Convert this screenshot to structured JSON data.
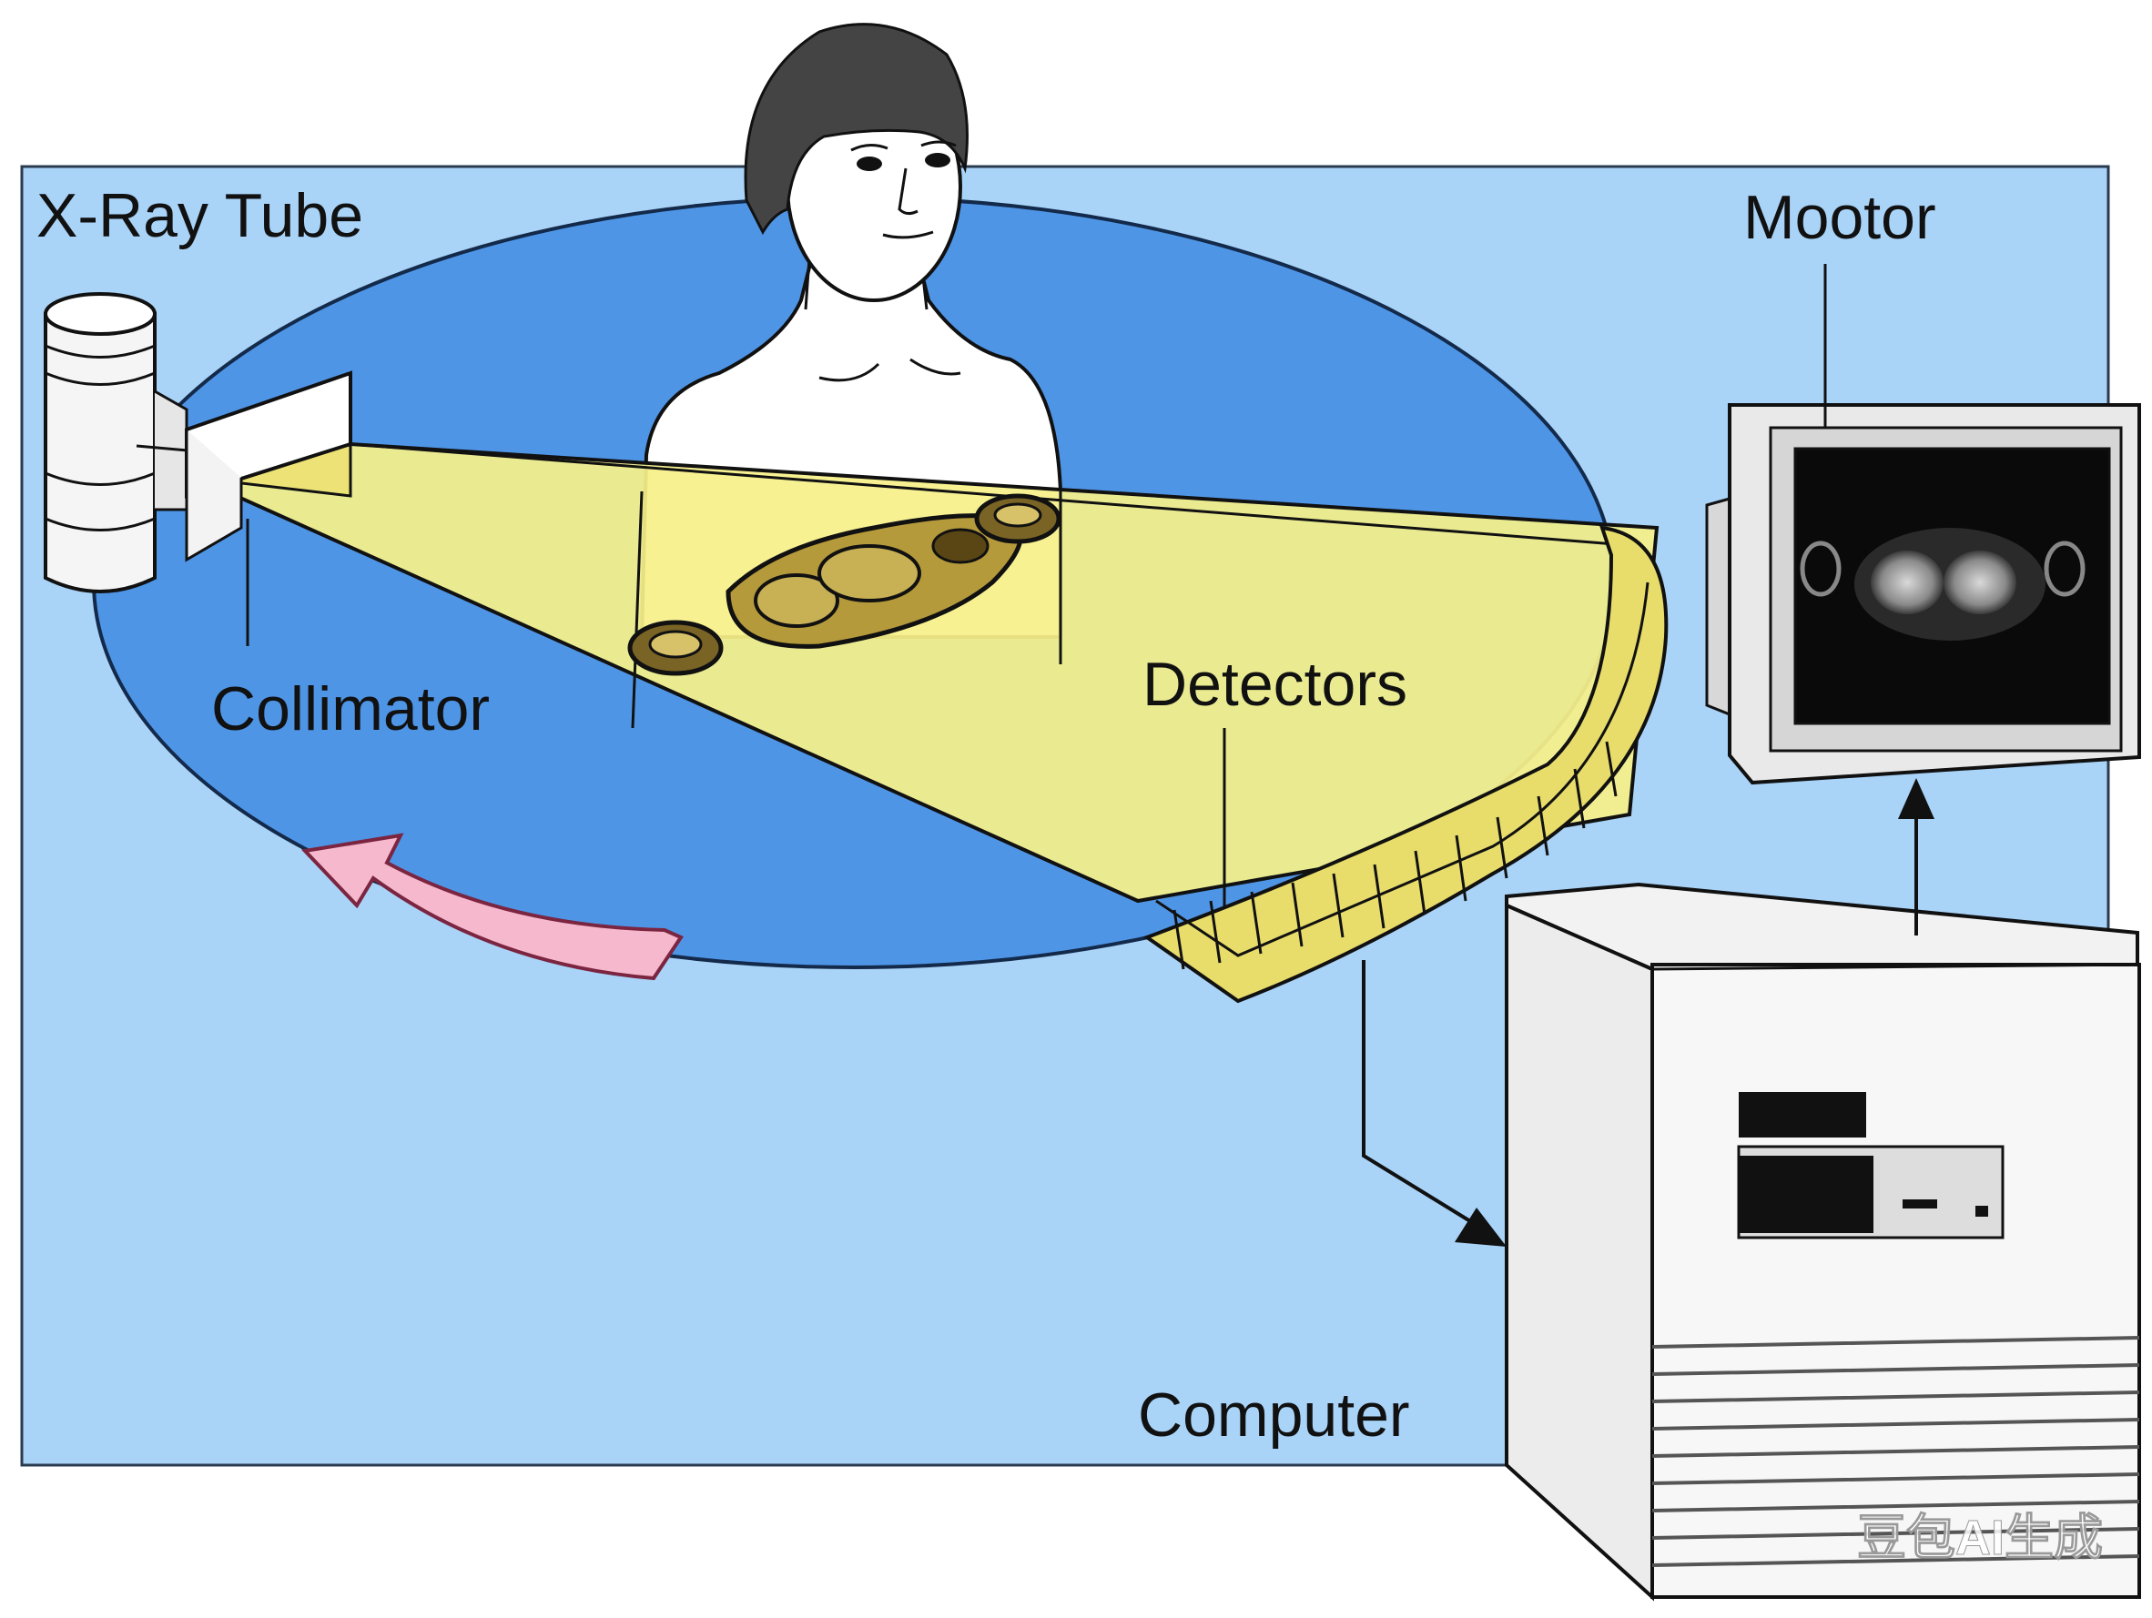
{
  "labels": {
    "xray_tube": "X-Ray Tube",
    "collimator": "Collimator",
    "detectors": "Detectors",
    "monitor": "Mootor",
    "computer": "Computer"
  },
  "watermark": "豆包AI生成",
  "colors": {
    "background_panel": "#a9d3f7",
    "gantry_ring": "#4f95e6",
    "xray_beam": "#f6f08a",
    "detector_arc": "#e8dd6b",
    "rotation_arrow": "#f5b8cc",
    "outline": "#111111"
  }
}
